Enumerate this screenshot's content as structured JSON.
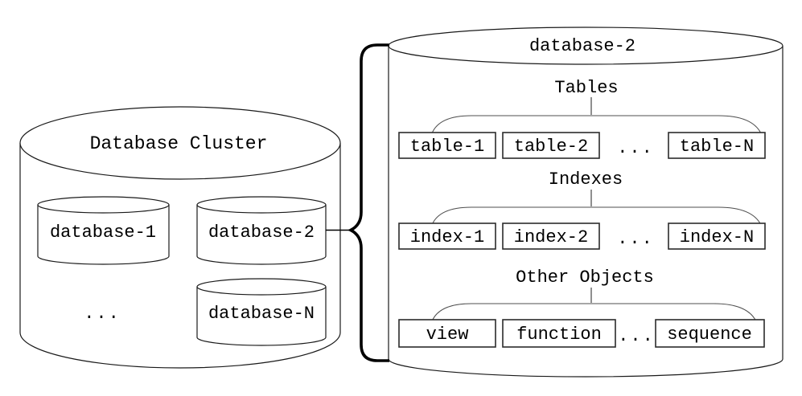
{
  "diagram": {
    "cluster": {
      "title": "Database Cluster",
      "databases": [
        {
          "label": "database-1"
        },
        {
          "label": "database-2"
        },
        {
          "label": "database-N"
        }
      ],
      "ellipsis": "..."
    },
    "database_detail": {
      "title": "database-2",
      "sections": [
        {
          "label": "Tables",
          "items": [
            "table-1",
            "table-2",
            "table-N"
          ],
          "ellipsis": "..."
        },
        {
          "label": "Indexes",
          "items": [
            "index-1",
            "index-2",
            "index-N"
          ],
          "ellipsis": "..."
        },
        {
          "label": "Other Objects",
          "items": [
            "view",
            "function",
            "sequence"
          ],
          "ellipsis": "..."
        }
      ]
    },
    "colors": {
      "line": "#000000",
      "background": "#ffffff"
    }
  }
}
